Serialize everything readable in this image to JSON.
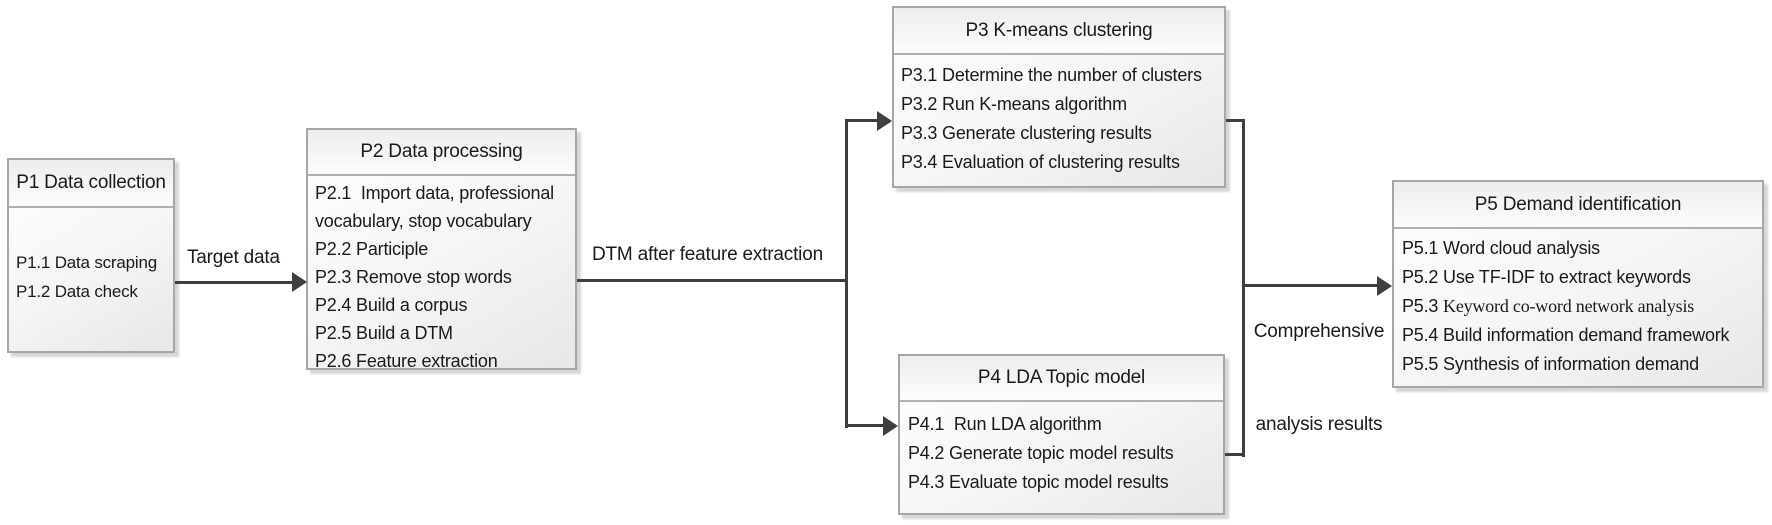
{
  "diagram": {
    "nodes": [
      {
        "id": "P1",
        "title": "P1 Data collection",
        "lines": [
          "P1.1 Data scraping",
          "P1.2 Data check"
        ]
      },
      {
        "id": "P2",
        "title": "P2 Data processing",
        "lines": [
          "P2.1  Import data, professional",
          "vocabulary, stop vocabulary",
          "P2.2 Participle",
          "P2.3 Remove stop words",
          "P2.4 Build a corpus",
          "P2.5 Build a DTM",
          "P2.6 Feature extraction"
        ]
      },
      {
        "id": "P3",
        "title": "P3 K-means clustering",
        "lines": [
          "P3.1 Determine the number of clusters",
          "P3.2 Run K-means algorithm",
          "P3.3 Generate clustering results",
          "P3.4 Evaluation of clustering results"
        ]
      },
      {
        "id": "P4",
        "title": "P4 LDA Topic model",
        "lines": [
          "P4.1  Run LDA algorithm",
          "P4.2 Generate topic model results",
          "P4.3 Evaluate topic model results"
        ]
      },
      {
        "id": "P5",
        "title": "P5 Demand identification",
        "lines": [
          "P5.1 Word cloud analysis",
          "P5.2 Use TF-IDF to extract keywords",
          {
            "prefix": "P5.3 ",
            "serif": "Keyword co-word network analysis"
          },
          "P5.4 Build information demand framework",
          "P5.5 Synthesis of information demand"
        ]
      }
    ],
    "edge_labels": {
      "p1_to_p2": "Target data",
      "p2_to_split": "DTM after feature extraction",
      "merge_to_p5": [
        "Comprehensive",
        "analysis results"
      ]
    },
    "colors": {
      "connector": "#3f3f3f",
      "box_border": "#a6a6a6",
      "box_divider": "#b0b0b0",
      "text": "#1a1a1a",
      "fill_top": "#ffffff",
      "fill_bottom": "#e7e7e7"
    }
  }
}
